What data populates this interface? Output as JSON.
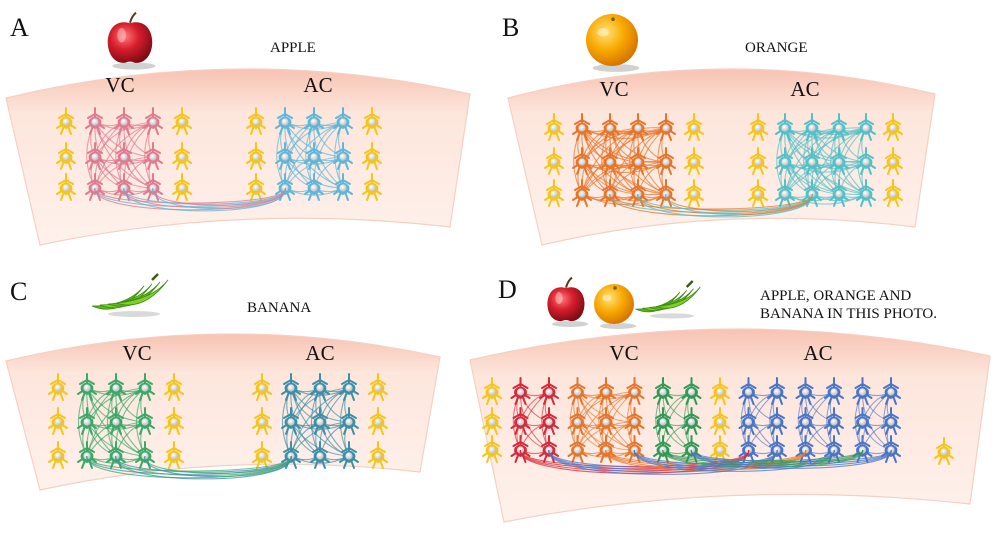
{
  "panels": [
    {
      "letter": "A",
      "title": [
        "APPLE"
      ],
      "region_left": "VC",
      "region_right": "AC",
      "fruits": [
        "apple-icon"
      ],
      "assembly_colors": [
        "#e07a8e",
        "#5fb6d8"
      ]
    },
    {
      "letter": "B",
      "title": [
        "ORANGE"
      ],
      "region_left": "VC",
      "region_right": "AC",
      "fruits": [
        "orange-icon"
      ],
      "assembly_colors": [
        "#e8742a",
        "#52c0c8"
      ]
    },
    {
      "letter": "C",
      "title": [
        "BANANA"
      ],
      "region_left": "VC",
      "region_right": "AC",
      "fruits": [
        "banana-icon"
      ],
      "assembly_colors": [
        "#3aa868",
        "#3d8fa8"
      ]
    },
    {
      "letter": "D",
      "title": [
        "APPLE, ORANGE AND",
        "BANANA IN THIS PHOTO."
      ],
      "region_left": "VC",
      "region_right": "AC",
      "fruits": [
        "apple-icon",
        "orange-icon",
        "banana-icon"
      ],
      "assembly_colors": [
        "#d9283a",
        "#e8742a",
        "#2f9a55",
        "#4a74c8",
        "#4a74c8",
        "#4a74c8"
      ]
    }
  ],
  "colors": {
    "cortex_fill": "#fde7de",
    "cortex_edge": "#f3b9a8",
    "neuron_body": "#f6c515",
    "neuron_core": "#e4e4e4",
    "apple": "#c8102e",
    "orange": "#f4a000",
    "banana": "#6ac219"
  }
}
